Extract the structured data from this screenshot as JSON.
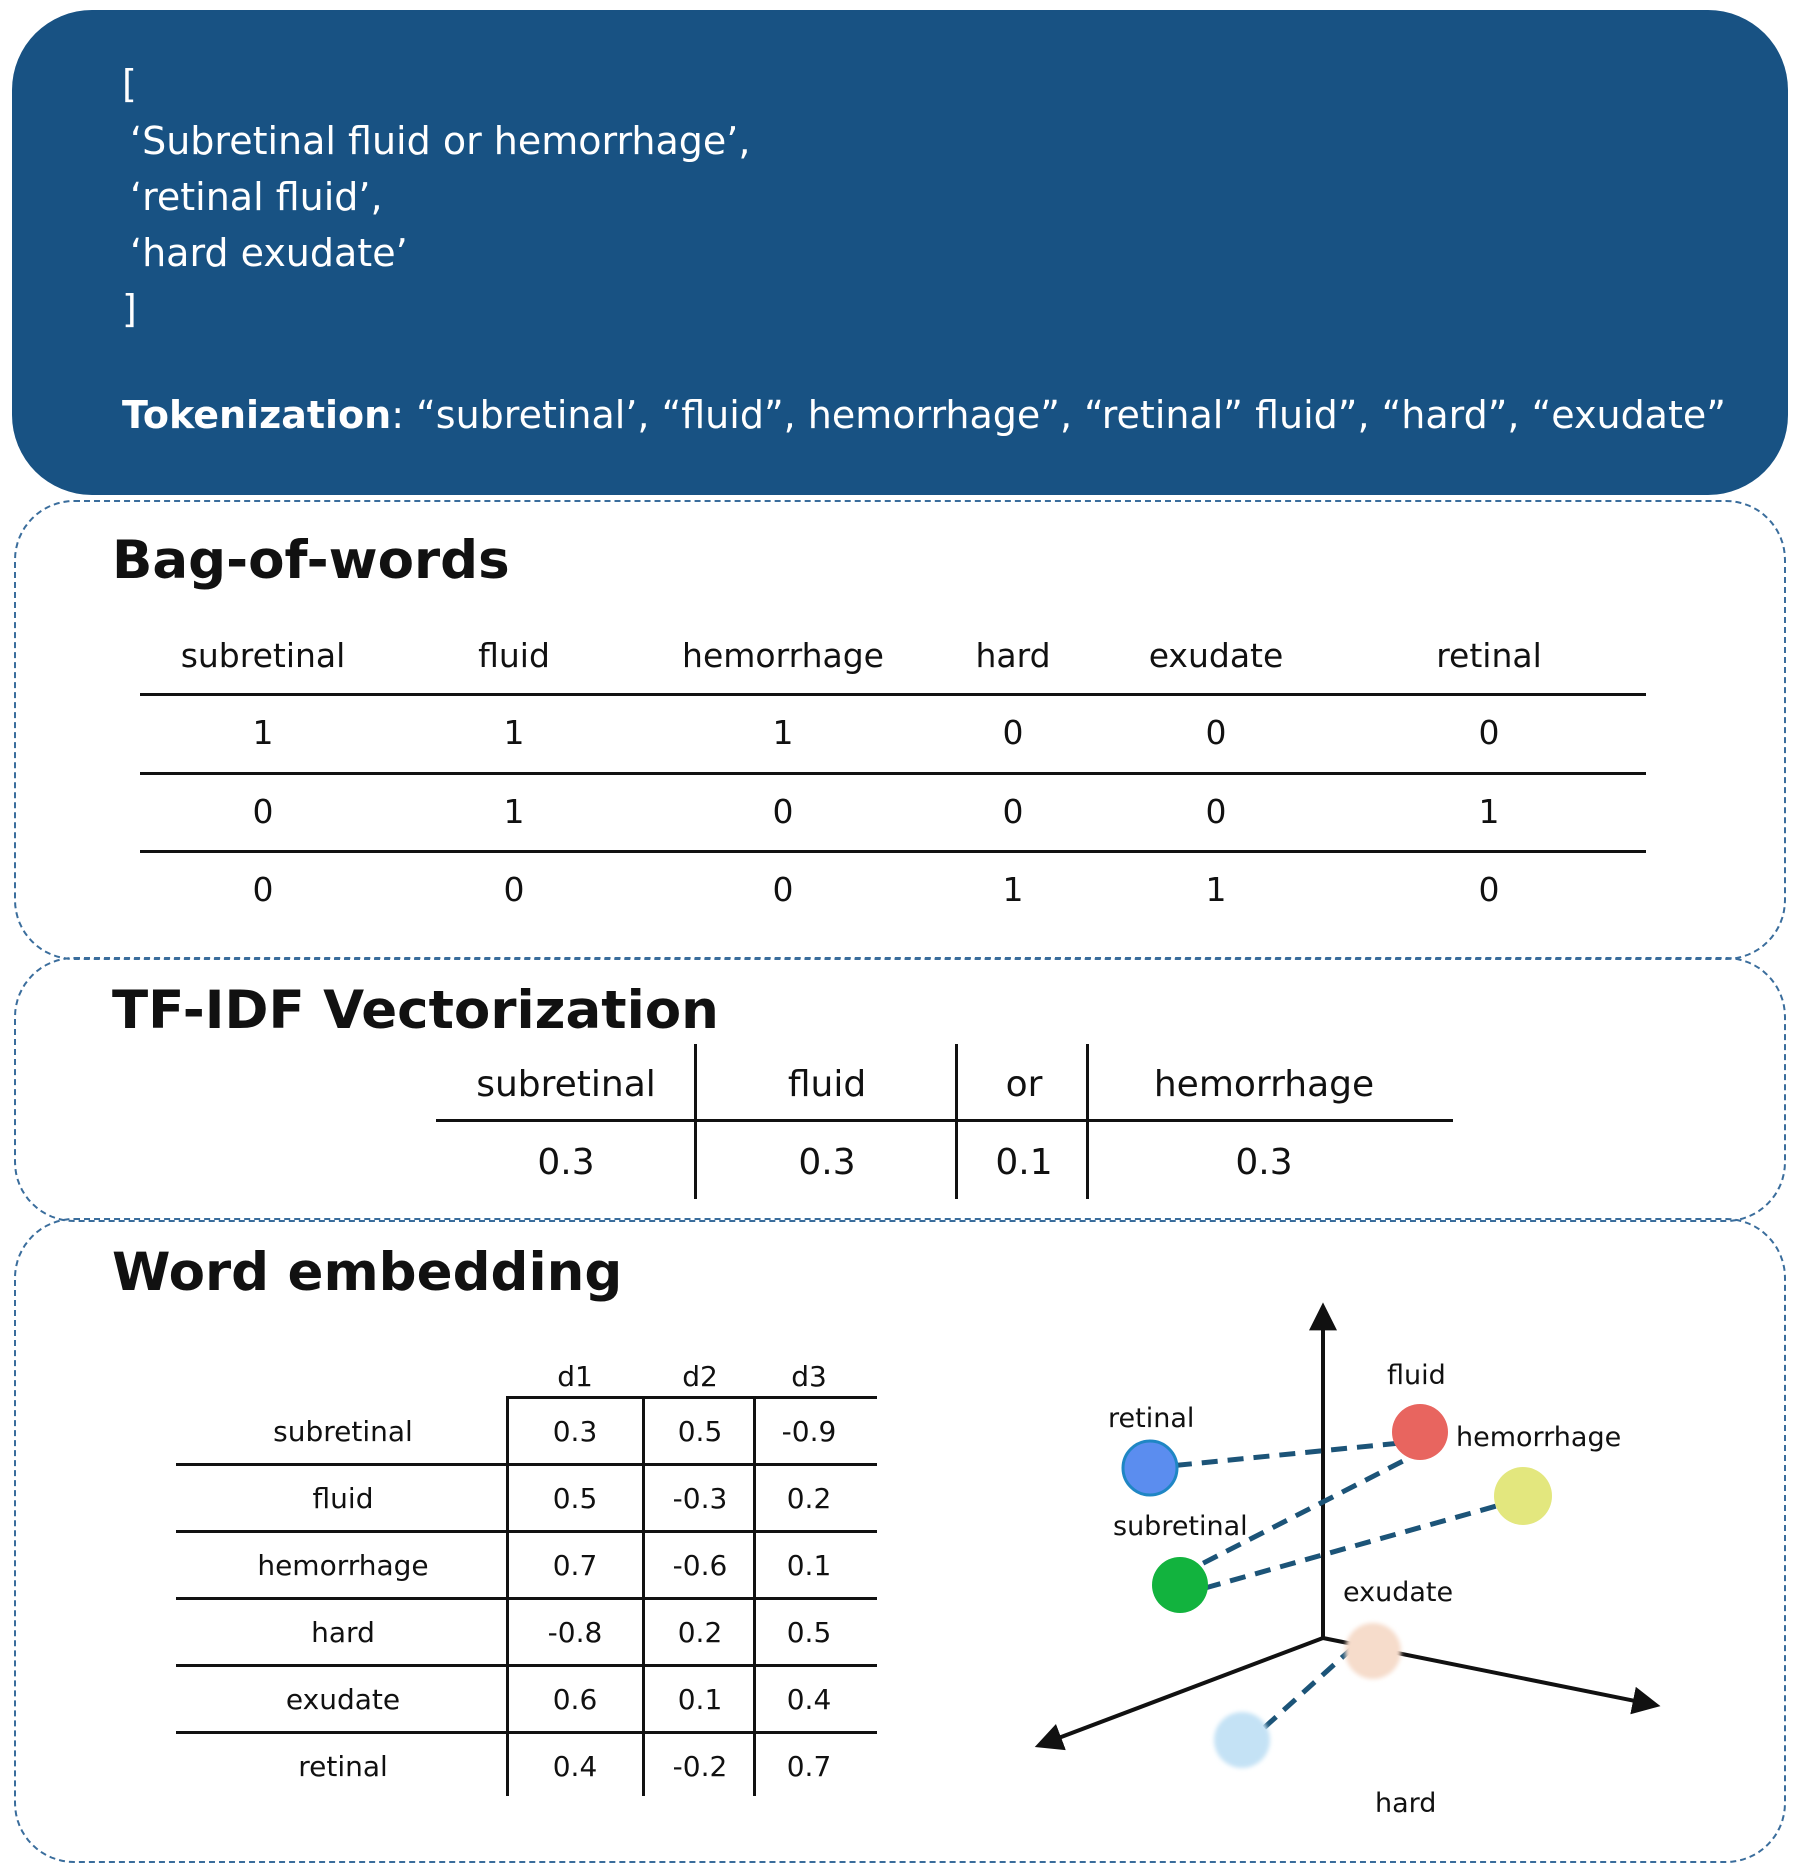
{
  "top": {
    "open_bracket": "[",
    "items": [
      "‘Subretinal fluid or hemorrhage’,",
      "‘retinal fluid’,",
      "‘hard exudate’"
    ],
    "close_bracket": "]",
    "tokenization_label": "Tokenization",
    "tokenization_text": ": “subretinal’, “fluid”, hemorrhage”, “retinal” fluid”, “hard”, “exudate”"
  },
  "bag_of_words": {
    "title": "Bag-of-words",
    "columns": [
      "subretinal",
      "fluid",
      "hemorrhage",
      "hard",
      "exudate",
      "retinal"
    ],
    "rows": [
      [
        "1",
        "1",
        "1",
        "0",
        "0",
        "0"
      ],
      [
        "0",
        "1",
        "0",
        "0",
        "0",
        "1"
      ],
      [
        "0",
        "0",
        "0",
        "1",
        "1",
        "0"
      ]
    ]
  },
  "tfidf": {
    "title": "TF-IDF Vectorization",
    "columns": [
      "subretinal",
      "fluid",
      "or",
      "hemorrhage"
    ],
    "values": [
      "0.3",
      "0.3",
      "0.1",
      "0.3"
    ]
  },
  "word_embedding": {
    "title": "Word embedding",
    "dims": [
      "d1",
      "d2",
      "d3"
    ],
    "rows": [
      {
        "word": "subretinal",
        "values": [
          "0.3",
          "0.5",
          "-0.9"
        ]
      },
      {
        "word": "fluid",
        "values": [
          "0.5",
          "-0.3",
          "0.2"
        ]
      },
      {
        "word": "hemorrhage",
        "values": [
          "0.7",
          "-0.6",
          "0.1"
        ]
      },
      {
        "word": "hard",
        "values": [
          "-0.8",
          "0.2",
          "0.5"
        ]
      },
      {
        "word": "exudate",
        "values": [
          "0.6",
          "0.1",
          "0.4"
        ]
      },
      {
        "word": "retinal",
        "values": [
          "0.4",
          "-0.2",
          "0.7"
        ]
      }
    ],
    "plot_points": [
      {
        "label": "retinal",
        "color": "#5b8def"
      },
      {
        "label": "fluid",
        "color": "#e8655f"
      },
      {
        "label": "hemorrhage",
        "color": "#e3e77e"
      },
      {
        "label": "subretinal",
        "color": "#12b33e"
      },
      {
        "label": "exudate",
        "color": "#f6dccb"
      },
      {
        "label": "hard",
        "color": "#c4e2f5"
      }
    ],
    "line_color": "#1c5478"
  }
}
